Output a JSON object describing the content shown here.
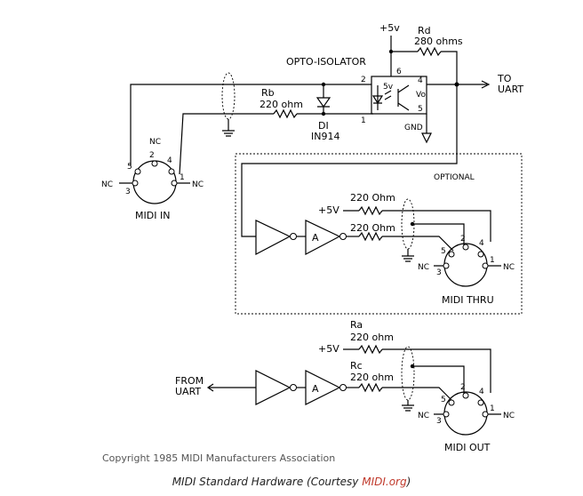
{
  "labels": {
    "opto_title": "OPTO-ISOLATOR",
    "plus5v_top": "+5v",
    "rd_name": "Rd",
    "rd_value": "280 ohms",
    "to_uart_1": "TO",
    "to_uart_2": "UART",
    "rb_name": "Rb",
    "rb_value": "220 ohm",
    "diode_name": "DI",
    "diode_part": "IN914",
    "pin2": "2",
    "pin1": "1",
    "pin6": "6",
    "pin4": "4",
    "pin5": "5",
    "opto_5v": "5v",
    "opto_vo": "Vo",
    "gnd": "GND",
    "optional": "OPTIONAL",
    "thru_r1": "220 Ohm",
    "thru_r2": "220 Ohm",
    "thru_plus5v": "+5V",
    "ra_name": "Ra",
    "ra_value": "220 ohm",
    "rc_name": "Rc",
    "rc_value": "220 ohm",
    "out_plus5v": "+5V",
    "from_uart_1": "FROM",
    "from_uart_2": "UART",
    "buffer_a": "A",
    "nc": "NC"
  },
  "connectors": {
    "midi_in": {
      "title": "MIDI IN",
      "pins": [
        "5",
        "2",
        "4",
        "3",
        "1"
      ]
    },
    "midi_thru": {
      "title": "MIDI THRU",
      "pins": [
        "5",
        "2",
        "4",
        "3",
        "1"
      ]
    },
    "midi_out": {
      "title": "MIDI OUT",
      "pins": [
        "5",
        "2",
        "4",
        "3",
        "1"
      ]
    }
  },
  "footer": {
    "copyright": "Copyright 1985 MIDI Manufacturers Association",
    "caption_prefix": "MIDI Standard Hardware (Courtesy ",
    "caption_link": "MIDI.org",
    "caption_suffix": ")"
  }
}
